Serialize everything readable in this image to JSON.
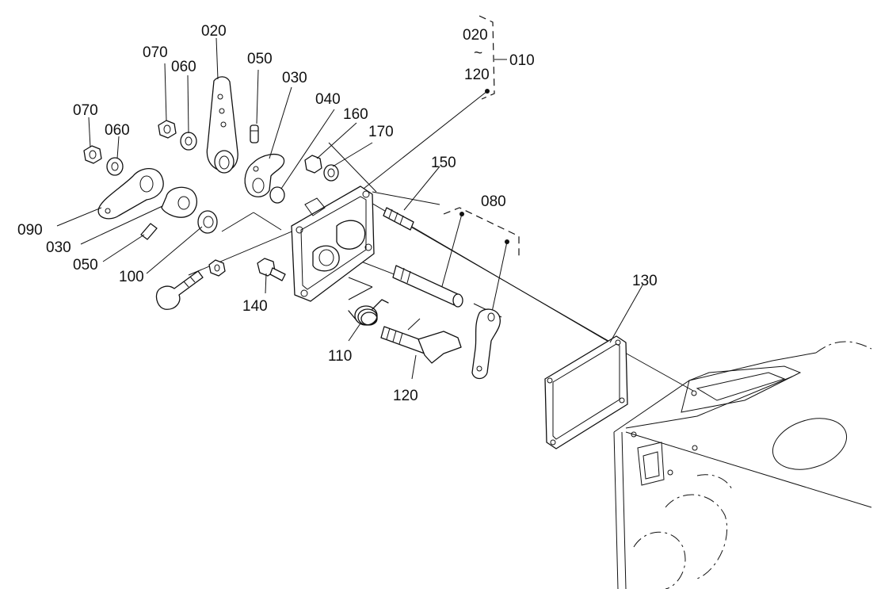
{
  "labels": {
    "l_020_top": "020",
    "l_070_a": "070",
    "l_060_a": "060",
    "l_050_a": "050",
    "l_030_a": "030",
    "l_040": "040",
    "l_160": "160",
    "l_170": "170",
    "l_070_b": "070",
    "l_060_b": "060",
    "l_090": "090",
    "l_030_b": "030",
    "l_050_b": "050",
    "l_100": "100",
    "l_140": "140",
    "l_150": "150",
    "l_080": "080",
    "l_110": "110",
    "l_120": "120",
    "l_130": "130",
    "l_group_020": "020",
    "l_group_tilde": "~",
    "l_group_120": "120",
    "l_group_010": "010"
  }
}
